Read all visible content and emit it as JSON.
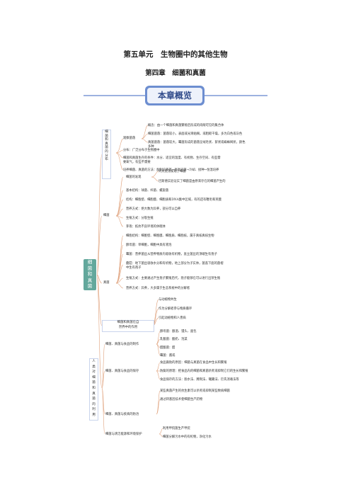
{
  "header": {
    "unit_title": "第五单元　生物圈中的其他生物",
    "chapter_title": "第四章　细菌和真菌",
    "banner": "本章概览"
  },
  "root": "细\n菌\n和\n真\n菌",
  "b1": {
    "label": "细\n菌\n和\n真\n菌\n的\n分\n布",
    "sub_label": "观察菌落",
    "sub_items": [
      "概念：由一个细菌和真菌繁殖后形成的肉眼可见的集合体",
      "细菌菌落：菌落较小，表面或光滑粘稠，或粗糙干燥，多为白色或灰色",
      "真菌菌落：菌落较大，霉菌形成的菌落呈绒毛状、絮状或蜘蛛网状，颜色",
      "多种"
    ],
    "items": [
      "分布：广泛分布于生物圈中",
      "细菌和真菌生存的条件：水分、适宜的温度、有机物、生存空间、有些需",
      "要氧气，有些不需要",
      "培养细菌、真菌的方法：配制培养基→高温灭菌→冷却、接种→恒温培养"
    ]
  },
  "b2": {
    "label": "细菌",
    "discovery_label": "细菌的发现",
    "discovery_items": [
      "列文虎克发现了细菌",
      "巴斯德实验证实了细菌是由原来存在的细菌产生的"
    ],
    "items": [
      "基本结构：球菌、杆菌、螺旋菌",
      "结构：细胞壁、细胞膜、细胞质和DNA集中区域，有的还有鞭毛和荚膜",
      "营养方式：绝大数为异养，部分可以自养",
      "生殖方式：分裂生殖",
      "芽孢：抵抗不良环境的休眠体"
    ]
  },
  "b3": {
    "label": "真菌",
    "items": [
      "细胞结构：细胞壁、细胞膜、细胞质、细胞核，属于真核真核生物",
      "酵母菌：单细胞，细胞中具有液泡",
      "霉菌：营养菌丝从营养物质内吸收有机物，直立菌丝的顶端生有孢子",
      "蘑菇：地下菌丝吸收水分和有机物，地上部分为子实体，菌盖下面的菌褶",
      "中生有孢子",
      "生殖方式：主要通过产生孢子繁殖后代，孢子能够在可以进行出芽生殖",
      "营养方式：异养，大多属于生态系统中的分解者"
    ]
  },
  "b4": {
    "label": "细菌和真菌在自\n然界中的作用",
    "items": [
      "与动植物共生",
      "作为分解者参与物质循环",
      "引起动植物和人患病"
    ]
  },
  "b5": {
    "label": "人\n类\n对\n细\n菌\n和\n真\n菌\n的\n利\n用",
    "food": {
      "label": "细菌、真菌与食品的制作",
      "items": [
        "酵母菌：酿酒、馒头、面包",
        "乳酸菌：酸奶、泡菜",
        "醋酸菌：醋",
        "霉菌：酱或"
      ]
    },
    "preserve": {
      "label": "细菌、真菌与食品的保存",
      "items": [
        "食品腐败的原因：细菌与真菌在食品中生长和繁殖",
        "防腐的原理：把食品内的细菌和真菌杀死或抑制它们的生长和繁殖",
        "食品保存的方法：脱水法、腌制法、罐藏法、巴氏消毒法等"
      ]
    },
    "disease": {
      "label": "细菌、真菌与疾病的防治",
      "items": [
        "某些真菌产生的抗生素可以杀死或抑制某些致病细菌",
        "通过转基因技术使细菌生产药物"
      ]
    },
    "env": {
      "label": "细菌与清洁能源和环境保护",
      "items": [
        "利用甲烷菌生产甲烷",
        "细菌分解污水中的有机物，净化污水"
      ]
    }
  },
  "colors": {
    "accent": "#6d8ed0",
    "root": "#63a89c",
    "box_border": "#c9d4ec",
    "line": "#e0a37e"
  }
}
